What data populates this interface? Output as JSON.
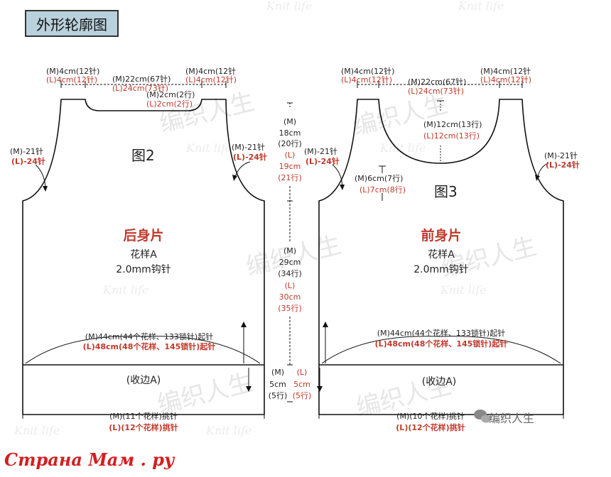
{
  "title": "外形轮廓图",
  "watermark": {
    "cn": "编织人生",
    "en": "Knit life"
  },
  "back": {
    "fig": "图2",
    "name": "后身片",
    "pattern": "花样A",
    "hook": "2.0mm钩针",
    "shoulder_left_m": "(M)4cm(12针)",
    "shoulder_left_l": "(L)4cm(12针)",
    "neck_m": "(M)22cm(67针)",
    "neck_l": "(L)24cm(73针)",
    "shoulder_right_m": "(M)4cm(12针",
    "shoulder_right_l": "(L)4cm(12针)",
    "neck_depth_m": "(M)2cm(2行)",
    "neck_depth_l": "(L)2cm(2行)",
    "armhole_left_m": "(M)-21针",
    "armhole_left_l": "(L)-24针",
    "armhole_right_m": "(M)-21针",
    "armhole_right_l": "(L)-24针",
    "chain_m": "(M)44cm(44个花样、133锁针)起针",
    "chain_l": "(L)48cm(48个花样、145锁针)起针",
    "edge": "(收边A)",
    "pickup_m": "(M)(11个花样)挑针",
    "pickup_l": "(L)(12个花样)挑针"
  },
  "middle": {
    "arm_m": [
      "(M)",
      "18cm",
      "(20行)"
    ],
    "arm_l": [
      "(L)",
      "19cm",
      "(21行)"
    ],
    "body_m": [
      "(M)",
      "29cm",
      "(34行)"
    ],
    "body_l": [
      "(L)",
      "30cm",
      "(35行)"
    ],
    "edge_m": [
      "(M)",
      "5cm",
      "(5行)"
    ],
    "edge_l": [
      "(L)",
      "5cm",
      "(5行)"
    ]
  },
  "front": {
    "fig": "图3",
    "name": "前身片",
    "pattern": "花样A",
    "hook": "2.0mm钩针",
    "shoulder_left_m": "(M)4cm(12针)",
    "shoulder_left_l": "(L)4cm(12针)",
    "neck_m": "(M)22cm(67针)",
    "neck_l": "(L)24cm(73针)",
    "shoulder_right_m": "(M)4cm(12针",
    "shoulder_right_l": "(L)4cm(12针)",
    "neck_depth_m": "(M)12cm(13行)",
    "neck_depth_l": "(L)12cm(13行)",
    "armhole_depth_m": "(M)6cm(7行)",
    "armhole_depth_l": "(L)7cm(8行)",
    "armhole_left_m": "(M)-21针",
    "armhole_left_l": "(L)-24针",
    "armhole_right_m": "(M)-21针",
    "armhole_right_l": "(L)-24针",
    "chain_m": "(M)44cm(44个花样、133锁针)起针",
    "chain_l": "(L)48cm(48个花样、145锁针)起针",
    "edge": "(收边A)",
    "pickup_m": "(M)(10个花样)挑针",
    "pickup_l": "(L)(12个花样)挑针"
  },
  "credit": "编织人生",
  "site": "Страна Мам . ру",
  "colors": {
    "line": "#111111",
    "red": "#c0392b",
    "title_bg": "#b9d1dd"
  }
}
